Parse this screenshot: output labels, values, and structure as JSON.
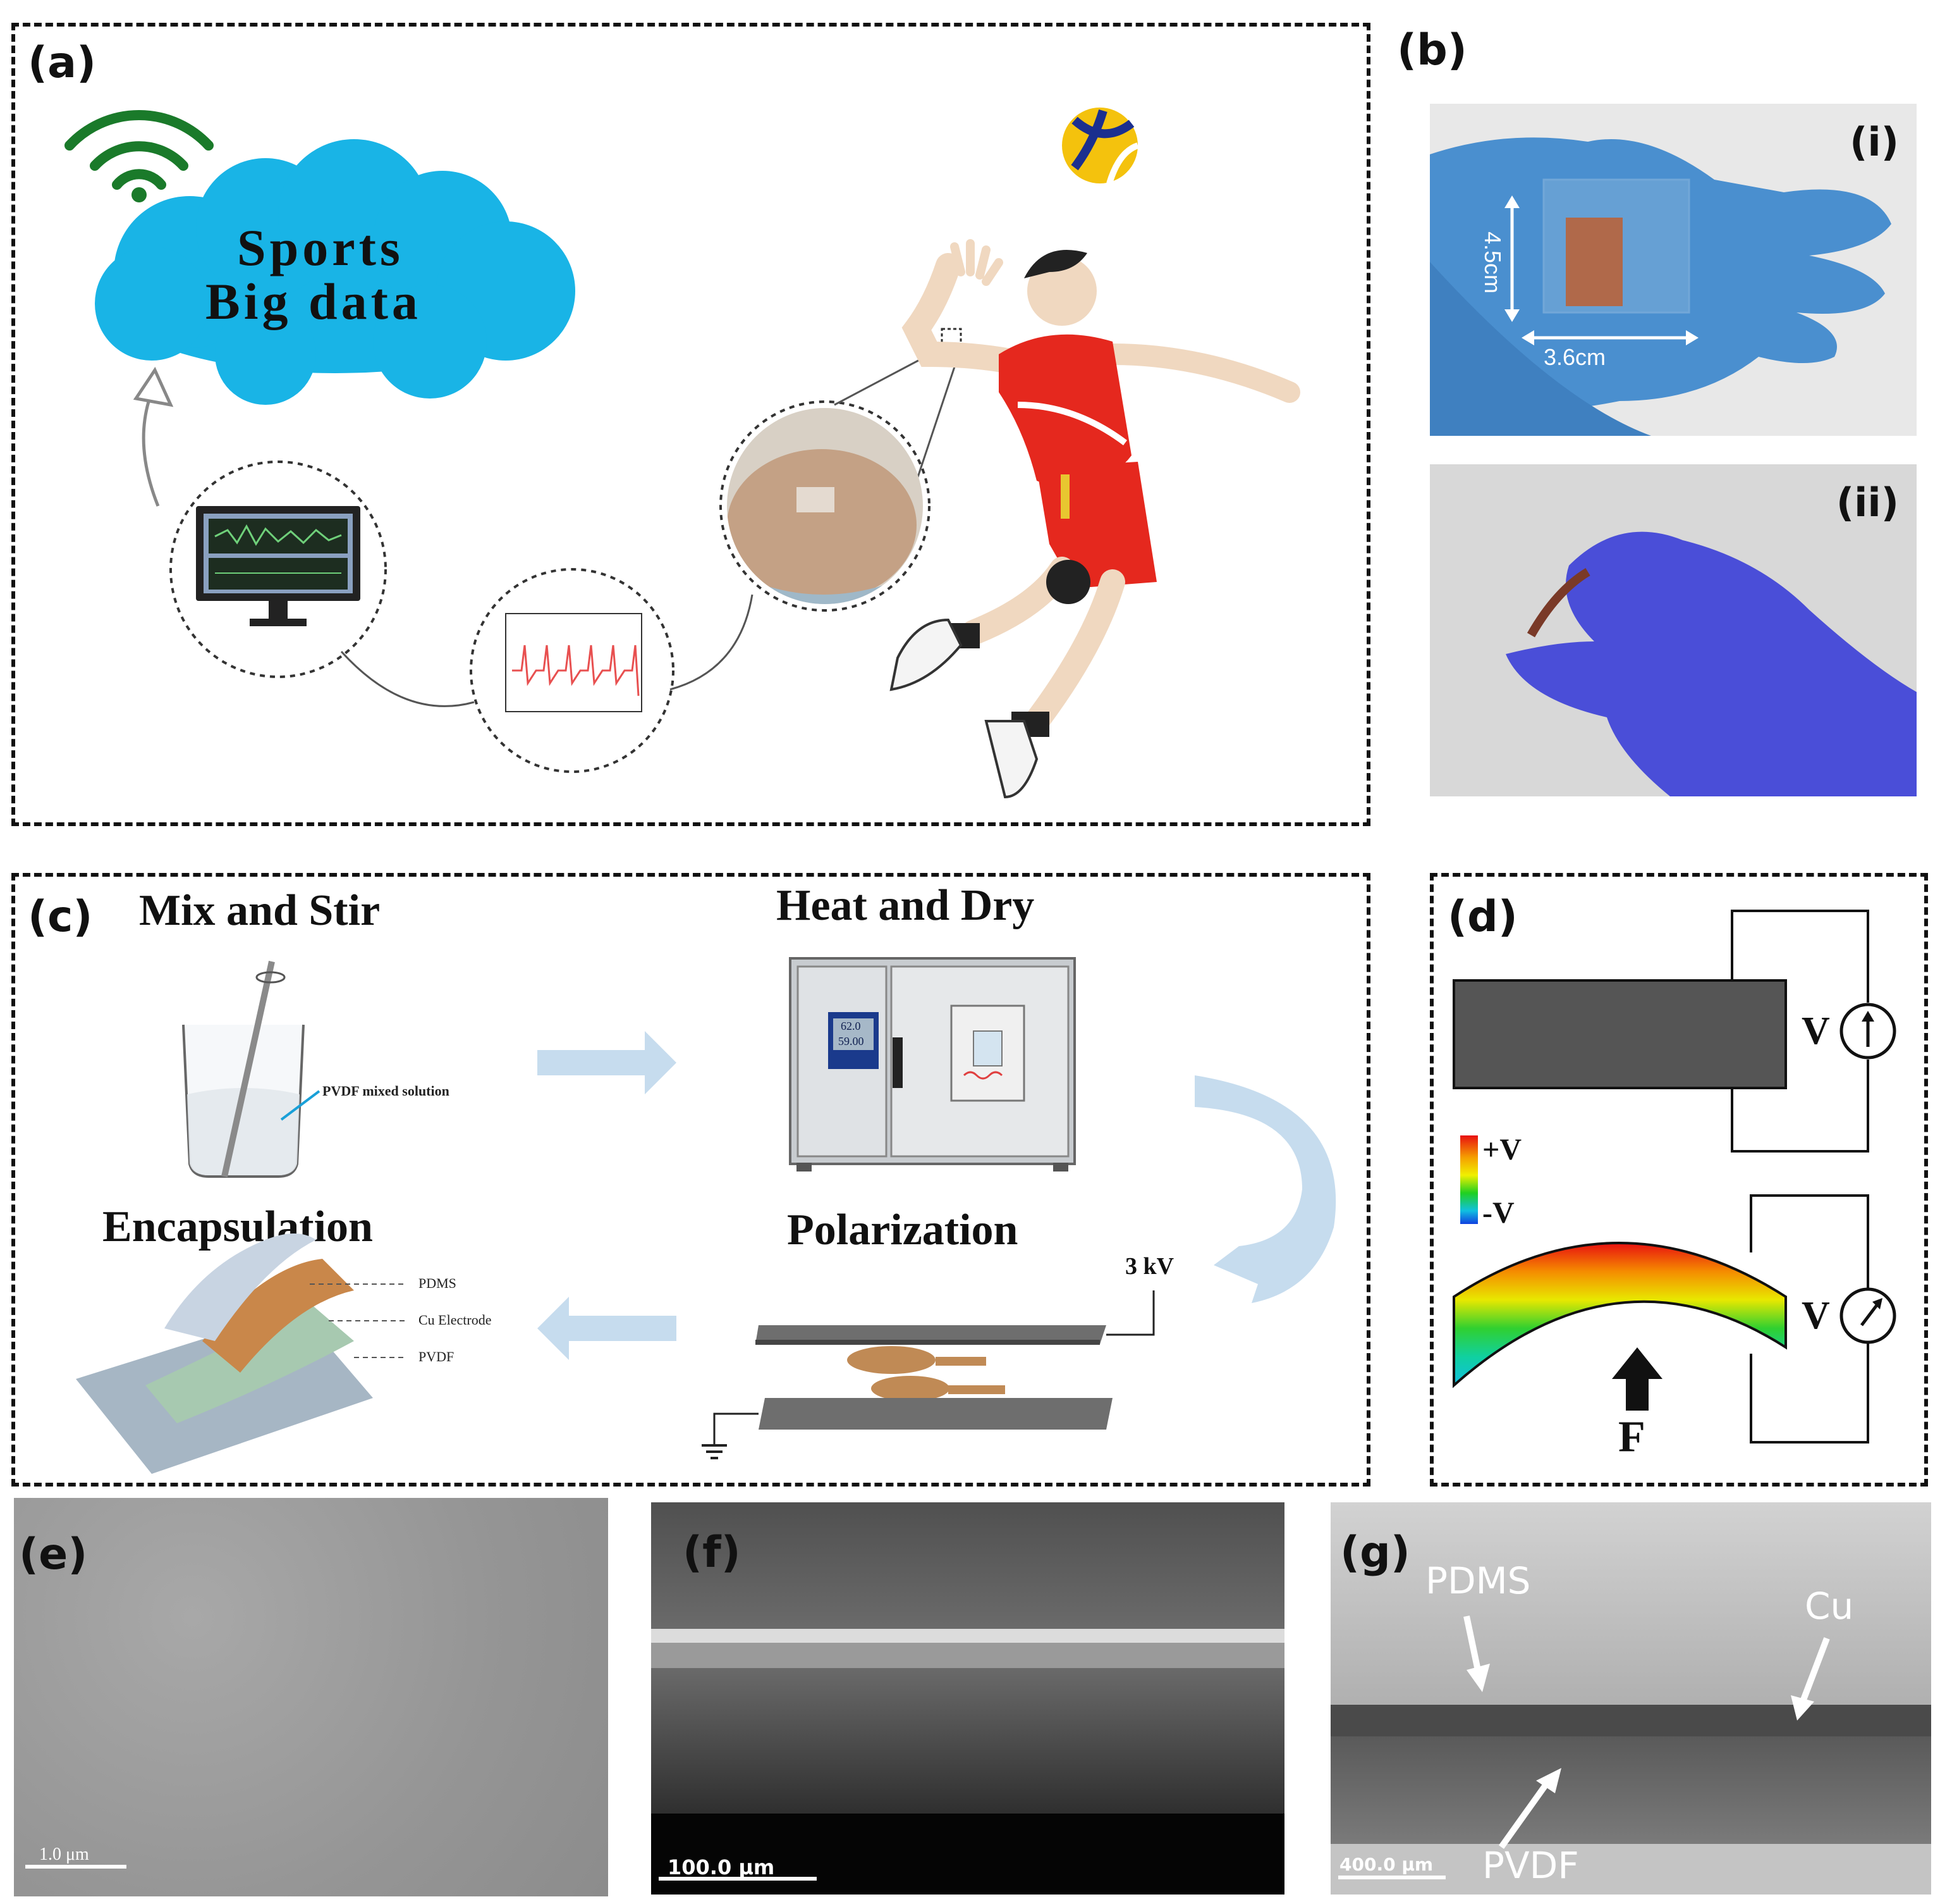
{
  "panels": {
    "a": {
      "label": "(a)",
      "cloud_line1": "Sports",
      "cloud_line2": "Big data"
    },
    "b": {
      "label": "(b)",
      "sub_i": "(i)",
      "sub_ii": "(ii)",
      "dim_vertical": "4.5cm",
      "dim_horizontal": "3.6cm"
    },
    "c": {
      "label": "(c)",
      "step1": "Mix and Stir",
      "step2": "Heat and Dry",
      "step3": "Polarization",
      "step4": "Encapsulation",
      "solution_label": "PVDF mixed solution",
      "voltage": "3 kV",
      "oven_display_1": "62.0",
      "oven_display_2": "59.00",
      "layers": [
        "PDMS",
        "Cu  Electrode",
        "PVDF"
      ]
    },
    "d": {
      "label": "(d)",
      "meter_label_top": "V",
      "meter_label_bottom": "V",
      "scale_plus": "+V",
      "scale_minus": "-V",
      "force": "F"
    },
    "e": {
      "label": "(e)",
      "scale": "1.0 μm"
    },
    "f": {
      "label": "(f)",
      "scale": "100.0 μm"
    },
    "g": {
      "label": "(g)",
      "scale": "400.0 μm",
      "annot_pdms": "PDMS",
      "annot_cu": "Cu",
      "annot_pvdf": "PVDF"
    }
  },
  "colors": {
    "cloud": "#19b4e6",
    "wifi": "#1a7a2a",
    "jersey": "#e5281e",
    "glove_i": "#4a8fcf",
    "glove_ii": "#4a4ed8",
    "copper": "#b0694a"
  }
}
